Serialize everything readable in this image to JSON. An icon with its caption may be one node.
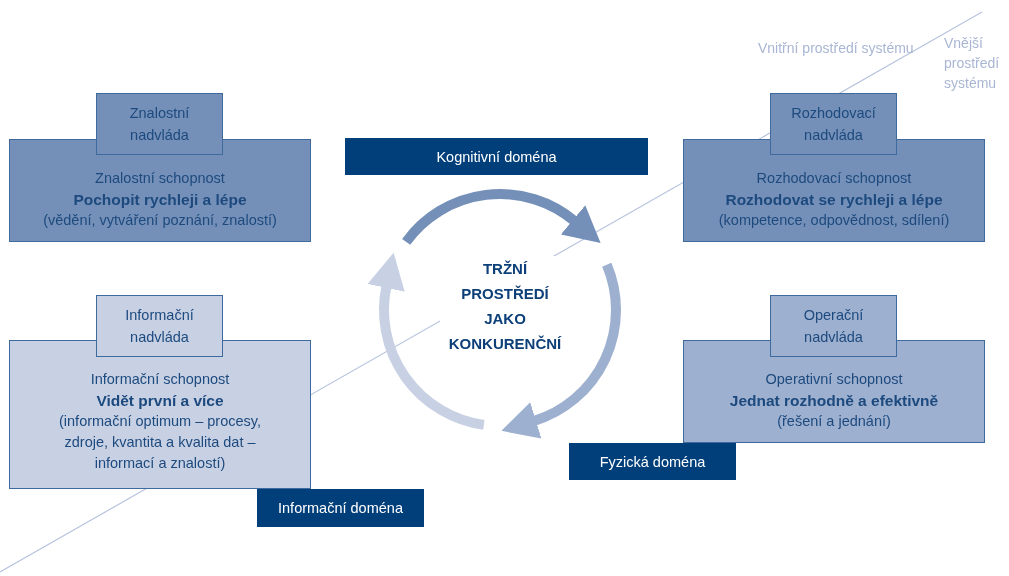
{
  "diagram": {
    "nodes": [
      {
        "text": [
          "Znalostní nadvláda"
        ]
      },
      {
        "text": [
          "Znalostní schopnost",
          "Pochopit rychleji a lépe",
          "(vědění, vytváření poznání, znalostí)"
        ]
      },
      {
        "text": [
          "Kognitivní doména"
        ]
      },
      {
        "text": [
          "Rozhodovací nadvláda"
        ]
      },
      {
        "text": [
          "Rozhodovací schopnost",
          "Rozhodovat se rychleji a lépe",
          "(kompetence, odpovědnost, sdílení)"
        ]
      },
      {
        "text": [
          "TRŽNÍ PROSTŘEDÍ JAKO KONKURENČNÍ"
        ]
      },
      {
        "text": [
          "Informační nadvláda"
        ]
      },
      {
        "text": [
          "Informační schopnost",
          "Vidět první a více",
          "(informační optimum – procesy, zdroje, kvantita a kvalita dat – informací a znalostí)"
        ]
      },
      {
        "text": [
          "Operační nadvláda"
        ]
      },
      {
        "text": [
          "Operativní schopnost",
          "Jednat rozhodně a efektivně",
          "(řešení a jednání)"
        ]
      },
      {
        "text": [
          "Fyzická doména"
        ]
      },
      {
        "text": [
          "Informační doména"
        ]
      }
    ],
    "labels": [
      "Vnitřní prostředí systému",
      "Vnější prostředí systému"
    ]
  }
}
